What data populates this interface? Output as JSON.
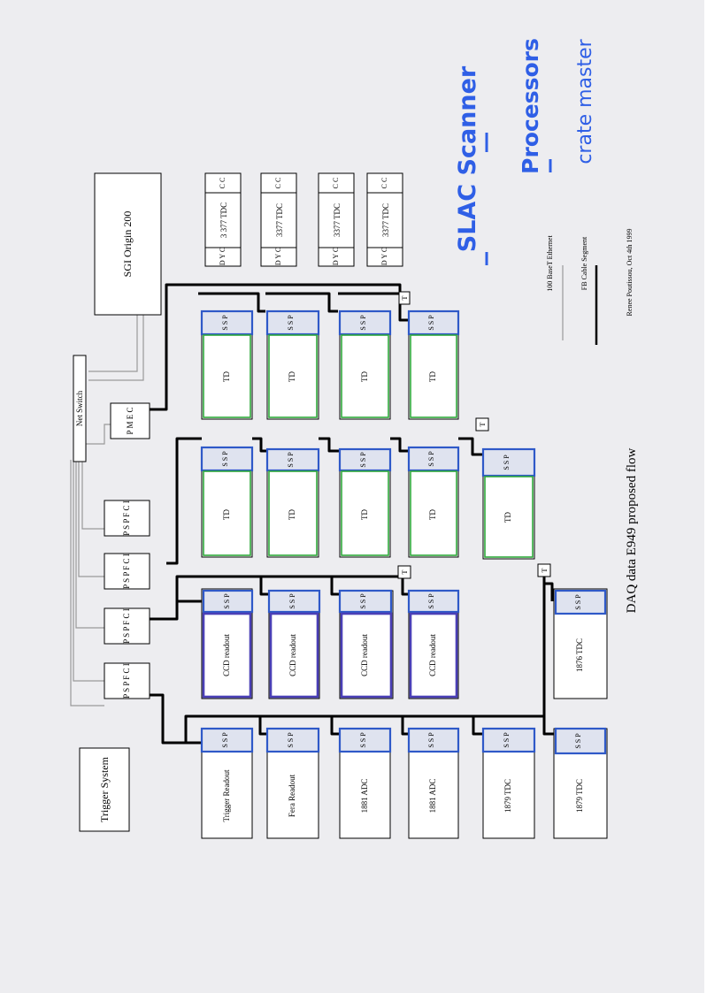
{
  "title": "DAQ data E949 proposed flow",
  "author": "Renee Poutissou, Oct 4th 1999",
  "annotations": {
    "line1": "SLAC Scanner",
    "line2": "Processors",
    "line3": "crate master"
  },
  "legend": {
    "eth_label": "100 BaseT Ethernet",
    "fb_label": "FB Cable Segment"
  },
  "main": {
    "sgi": "SGI Origin 200",
    "trigger": "Trigger System",
    "netswitch": "Net Switch",
    "pmec": "P M E C",
    "pspfci": "P S P F C I",
    "ssp": "S S P",
    "cc": "C C",
    "dyc": "D Y C",
    "t": "T"
  },
  "modules": {
    "tdc3377a": "3 377 TDC",
    "tdc3377": "3377 TDC",
    "td": "TD",
    "ccd": "CCD readout",
    "tdc1876": "1876 TDC",
    "trig_readout": "Trigger Readout",
    "fera": "Fera Readout",
    "adc1881": "1881 ADC",
    "tdc1879": "1879 TDC"
  }
}
